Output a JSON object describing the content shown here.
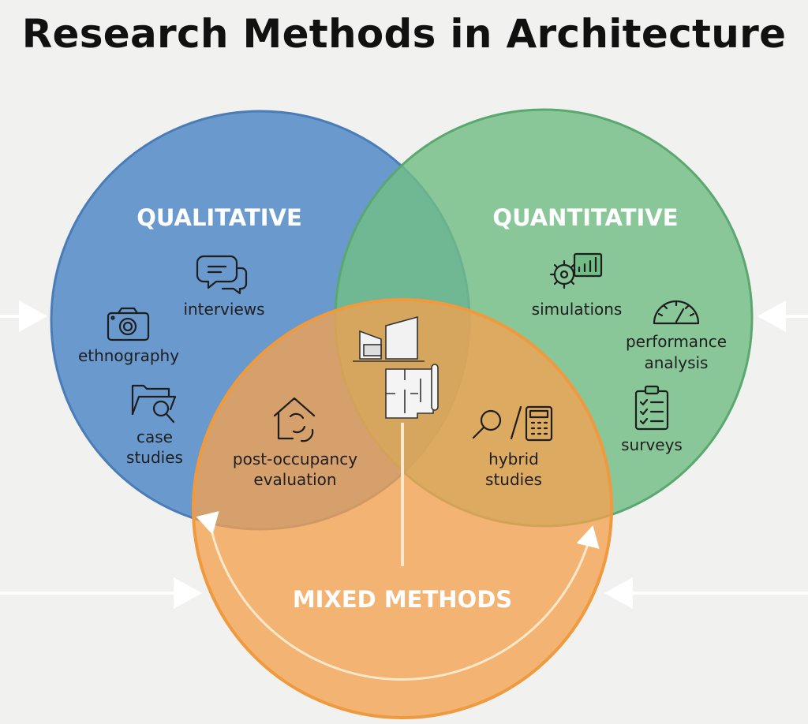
{
  "title": "Research Methods in Architecture",
  "colors": {
    "qualitative": "#5b8fca",
    "quantitative": "#72bd86",
    "mixed": "#f4a24f",
    "background": "#f1f1ef"
  },
  "sets": {
    "qualitative": {
      "label": "QUALITATIVE",
      "items": [
        "interviews",
        "ethnography",
        "case",
        "studies"
      ]
    },
    "quantitative": {
      "label": "QUANTITATIVE",
      "items": [
        "simulations",
        "performance",
        "analysis",
        "surveys"
      ]
    },
    "mixed": {
      "label": "MIXED METHODS"
    }
  },
  "overlaps": {
    "qual_mixed": [
      "post-occupancy",
      "evaluation"
    ],
    "quant_mixed": [
      "hybrid",
      "studies"
    ]
  }
}
